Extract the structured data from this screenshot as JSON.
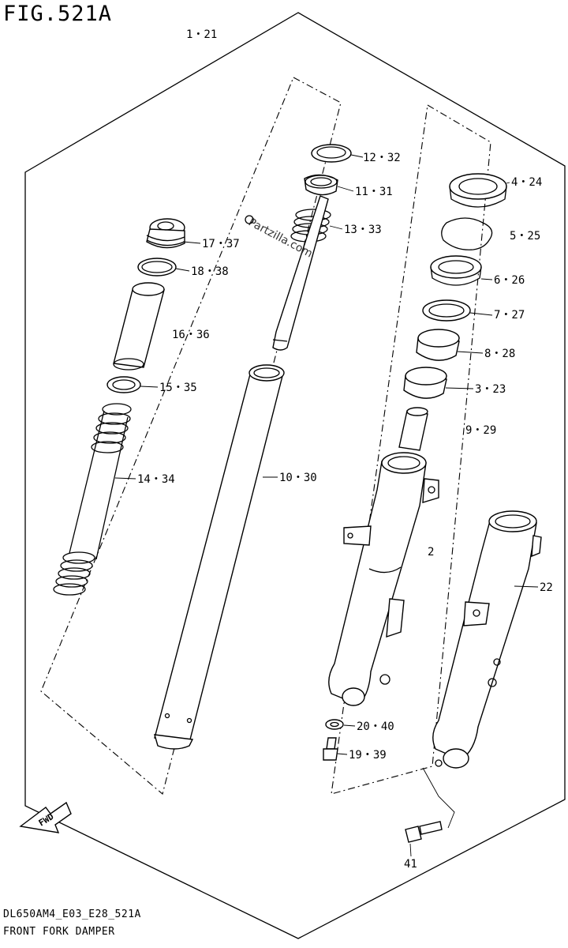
{
  "figure": {
    "title": "FIG.521A",
    "code": "DL650AM4_E03_E28_521A",
    "name": "FRONT FORK DAMPER",
    "watermark": "Partzilla.com",
    "direction_label": "FWD"
  },
  "callouts": {
    "c1": "1・21",
    "c2": "2",
    "c3": "3・23",
    "c4": "4・24",
    "c5": "5・25",
    "c6": "6・26",
    "c7": "7・27",
    "c8": "8・28",
    "c9": "9・29",
    "c10": "10・30",
    "c11": "11・31",
    "c12": "12・32",
    "c13": "13・33",
    "c14": "14・34",
    "c15": "15・35",
    "c16": "16・36",
    "c17": "17・37",
    "c18": "18・38",
    "c19": "19・39",
    "c20": "20・40",
    "c22": "22",
    "c41": "41"
  }
}
